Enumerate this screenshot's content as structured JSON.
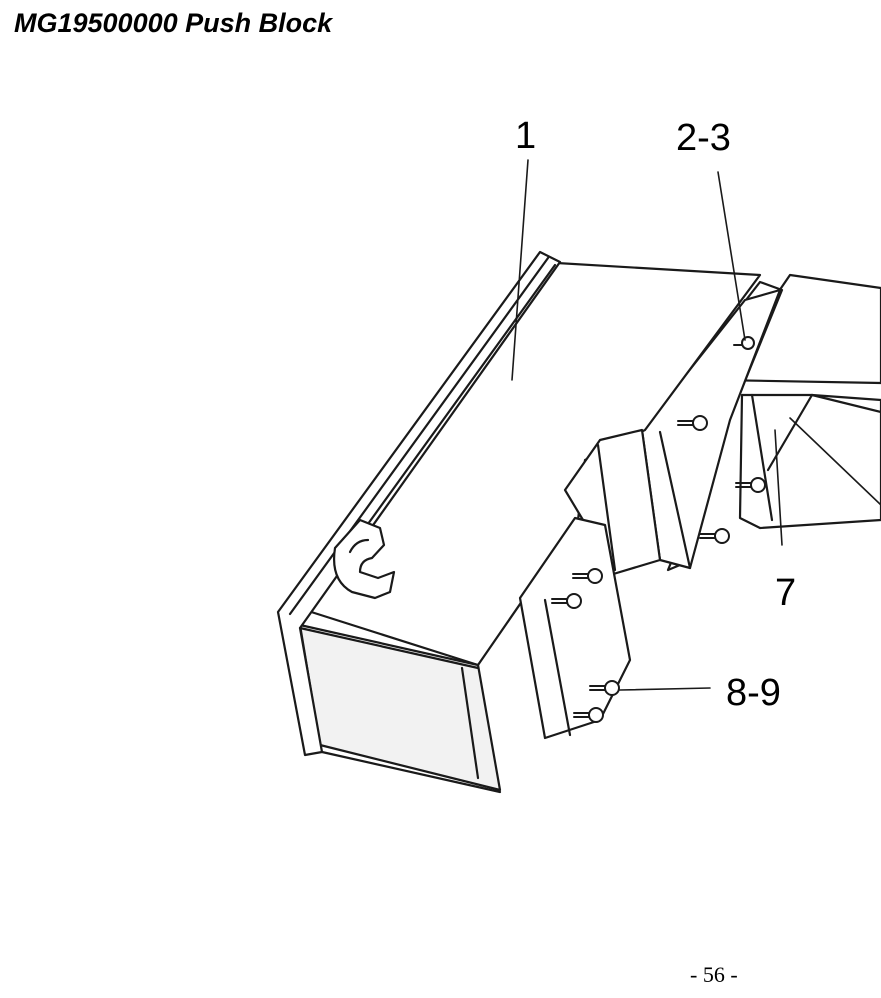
{
  "page": {
    "title": "MG19500000 Push Block",
    "page_number": "- 56 -"
  },
  "callouts": {
    "c1": "1",
    "c2": "2-3",
    "c3": "7",
    "c4": "8-9"
  },
  "colors": {
    "line": "#1a1a1a",
    "fill": "#ffffff",
    "shade": "#f2f2f2"
  }
}
